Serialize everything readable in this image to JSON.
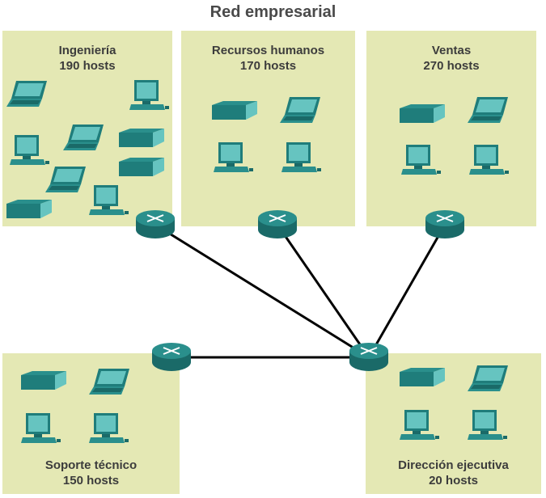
{
  "title": "Red empresarial",
  "colors": {
    "zone_fill": "#e4e8b4",
    "device_teal": "#2a8f8c",
    "router_teal": "#1f7d7b",
    "link": "#000000"
  },
  "zones": {
    "ingenieria": {
      "name": "Ingeniería",
      "hosts": "190 hosts"
    },
    "rrhh": {
      "name": "Recursos humanos",
      "hosts": "170 hosts"
    },
    "ventas": {
      "name": "Ventas",
      "hosts": "270 hosts"
    },
    "soporte": {
      "name": "Soporte técnico",
      "hosts": "150 hosts"
    },
    "direccion": {
      "name": "Dirección ejecutiva",
      "hosts": "20 hosts"
    }
  },
  "icons": {
    "device_types": [
      "laptop-icon",
      "desktop-icon",
      "server-icon"
    ],
    "router": "router-icon"
  }
}
